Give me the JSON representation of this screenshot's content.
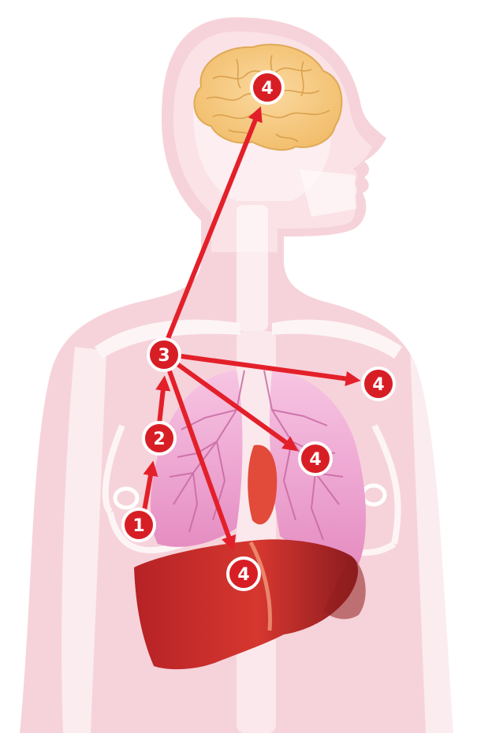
{
  "diagram": {
    "colors": {
      "body": "#f6d3da",
      "body_light": "#fbe3e8",
      "skeleton": "#ffffff",
      "brain": "#f6c87e",
      "brain_dark": "#e0a955",
      "lung": "#ea9ccc",
      "lung_vessel": "#c86aa3",
      "liver": "#c9302c",
      "liver_dark": "#8f1d1d",
      "arrow": "#e3202a",
      "badge_fill": "#d81e25",
      "badge_stroke": "#ffffff"
    },
    "badges": [
      {
        "id": "origin",
        "label": "1"
      },
      {
        "id": "spread",
        "label": "2"
      },
      {
        "id": "hub",
        "label": "3"
      },
      {
        "id": "brain",
        "label": "4"
      },
      {
        "id": "bone",
        "label": "4"
      },
      {
        "id": "lung",
        "label": "4"
      },
      {
        "id": "liver",
        "label": "4"
      }
    ],
    "icons": {
      "brain": "brain-icon",
      "lungs": "lungs-icon",
      "liver": "liver-icon",
      "skeleton": "skeleton-icon"
    }
  }
}
